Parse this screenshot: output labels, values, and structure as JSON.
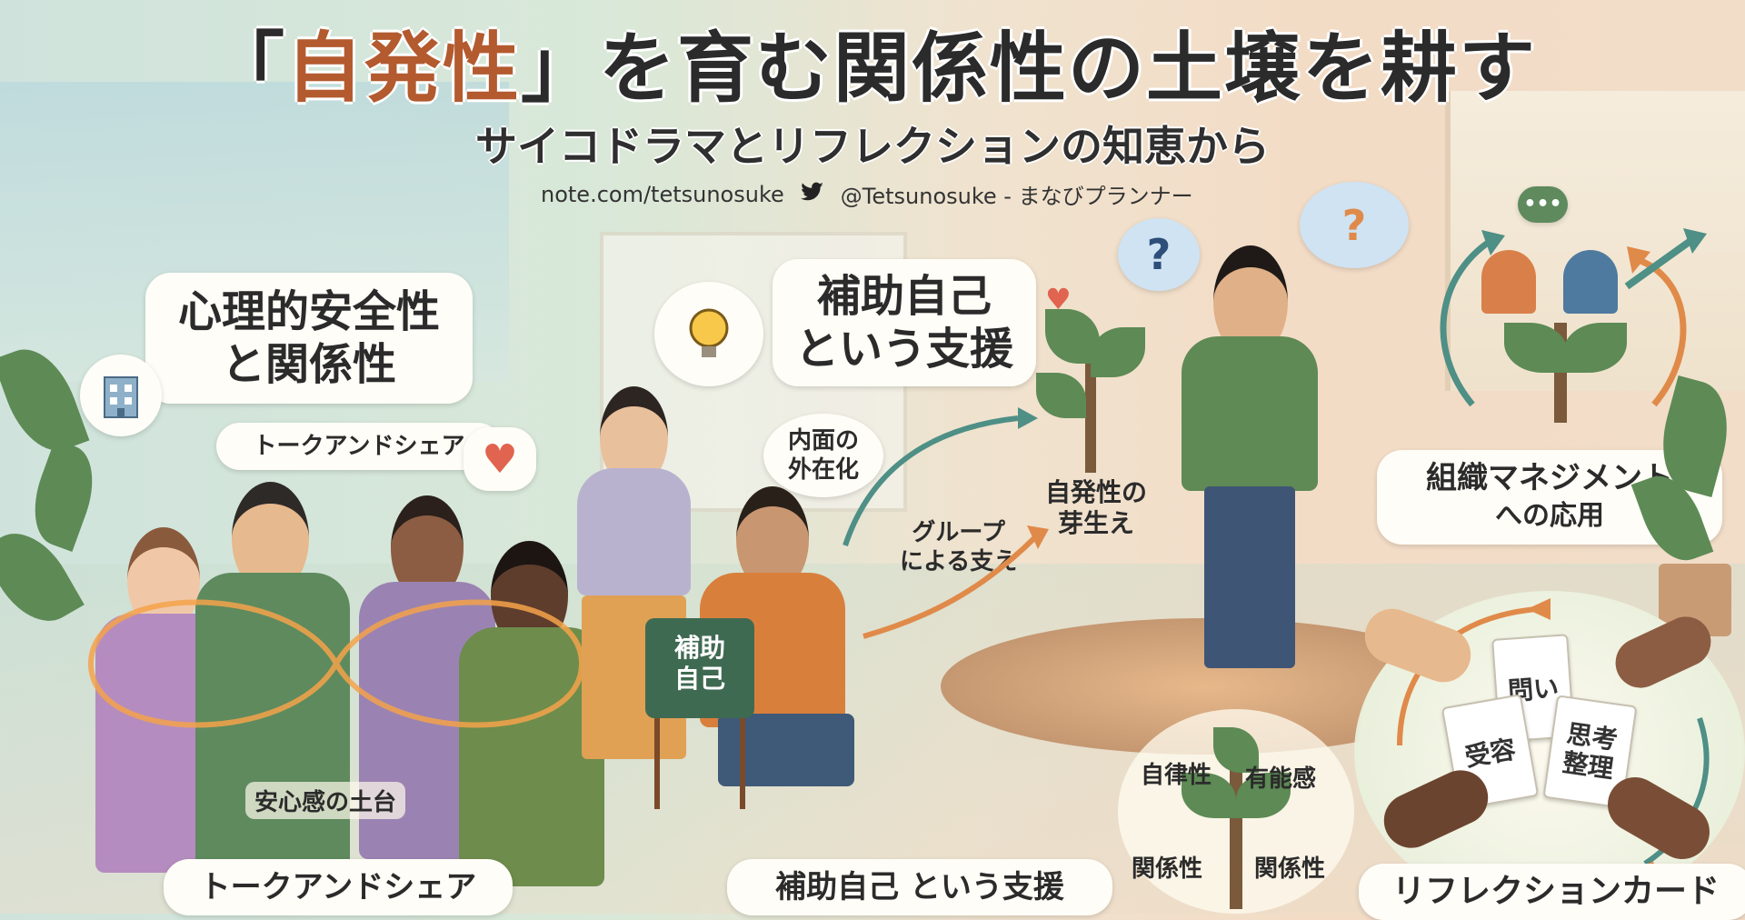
{
  "header": {
    "title_open": "「",
    "title_accent": "自発性",
    "title_close": "」を育む関係性の土壌を耕す",
    "subtitle": "サイコドラマとリフレクションの知恵から",
    "site": "note.com/tetsunosuke",
    "twitter_handle": "@Tetsunosuke - まなびプランナー",
    "twitter_icon": "bird-icon"
  },
  "labels": {
    "psych_safety_line1": "心理的安全性",
    "psych_safety_line2": "と関係性",
    "talk_share_top": "トークアンドシェア",
    "talk_share_bottom": "トークアンドシェア",
    "anshin": "安心感の土台",
    "aux_self_line1": "補助自己",
    "aux_self_line2": "という支援",
    "aux_self_bottom": "補助自己 という支援",
    "inner_line1": "内面の",
    "inner_line2": "外在化",
    "group_line1": "グループ",
    "group_line2": "による支え",
    "sprout_line1": "自発性の",
    "sprout_line2": "芽生え",
    "chair_line1": "補助",
    "chair_line2": "自己",
    "org_line1": "組織マネジメント",
    "org_line2": "への応用",
    "autonomy": "自律性",
    "competence": "有能感",
    "relatedness_left": "関係性",
    "relatedness_right": "関係性",
    "card_question": "問い",
    "card_accept": "受容",
    "card_think_line1": "思考",
    "card_think_line2": "整理",
    "reflection_card": "リフレクションカード"
  },
  "colors": {
    "accent": "#b35a2f",
    "leaf": "#5d8a55",
    "orange_arrow": "#e08a4a",
    "teal_arrow": "#4e8f86"
  }
}
